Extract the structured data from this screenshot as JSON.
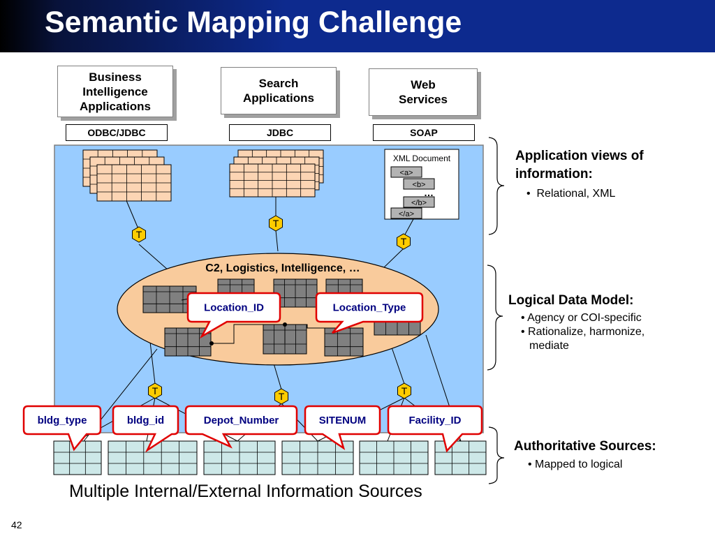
{
  "slide": {
    "title": "Semantic Mapping Challenge",
    "page_number": "42",
    "bottom_caption": "Multiple Internal/External Information Sources"
  },
  "apps": [
    {
      "label": "Business\nIntelligence\nApplications",
      "protocol": "ODBC/JDBC"
    },
    {
      "label": "Search\nApplications",
      "protocol": "JDBC"
    },
    {
      "label": "Web\nServices",
      "protocol": "SOAP"
    }
  ],
  "xml_document": {
    "title": "XML Document",
    "tags": [
      "<a>",
      "<b>",
      "…",
      "</b>",
      "</a>"
    ]
  },
  "transform_label": "T",
  "logical_model": {
    "title": "C2, Logistics, Intelligence, …"
  },
  "callouts_logical": [
    "Location_ID",
    "Location_Type"
  ],
  "callouts_sources": [
    "bldg_type",
    "bldg_id",
    "Depot_Number",
    "SITENUM",
    "Facility_ID"
  ],
  "side_notes": {
    "application_views": {
      "heading_line1": "Application views of",
      "heading_line2": "information:",
      "bullets": [
        "Relational, XML"
      ]
    },
    "logical_data_model": {
      "heading": "Logical Data Model:",
      "bullets": [
        "Agency or COI-specific",
        "Rationalize, harmonize,",
        "mediate"
      ]
    },
    "authoritative_sources": {
      "heading": "Authoritative Sources:",
      "bullets": [
        "Mapped to logical"
      ]
    }
  },
  "colors": {
    "title_bar": "#0d2a8e",
    "panel_blue": "#99ccff",
    "ellipse_fill": "#f9cb9c",
    "view_table_fill": "#fcd5b4",
    "source_table_fill": "#cde8e8",
    "transform_hex": "#ffcc00",
    "callout_border": "#e00000",
    "callout_text": "#000080"
  }
}
